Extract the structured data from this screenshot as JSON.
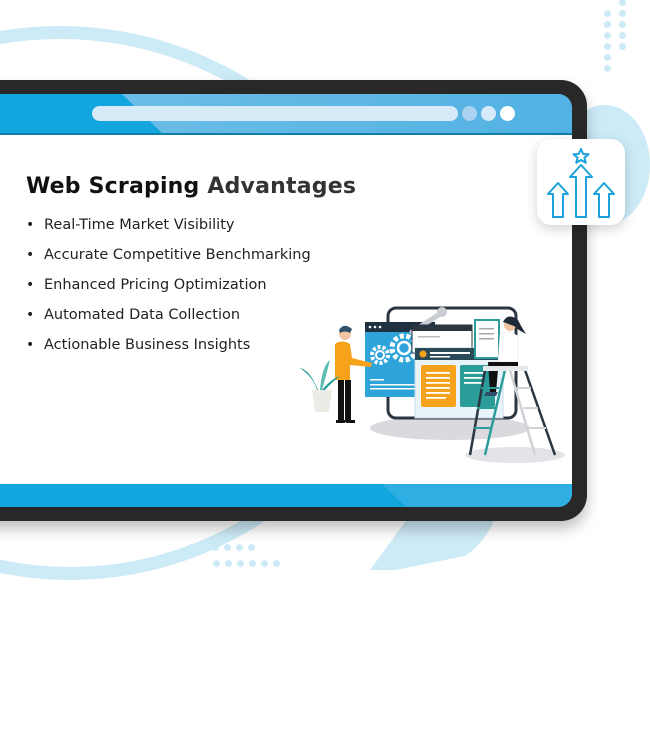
{
  "browser": {
    "url_bar": "",
    "window_dots": [
      "dot-1",
      "dot-2",
      "dot-3"
    ]
  },
  "content": {
    "title_part1": "Web Scraping",
    "title_part2": "Advantages",
    "items": [
      "Real-Time Market Visibility",
      "Accurate Competitive Benchmarking",
      "Enhanced Pricing Optimization",
      "Automated Data Collection",
      "Actionable Business Insights"
    ],
    "bullet": "•"
  },
  "badge": {
    "icon": "growth-arrows-star-icon"
  },
  "illustration": {
    "icon": "web-development-team-illustration"
  },
  "colors": {
    "brand_blue": "#13a6de",
    "frame_dark": "#282828",
    "decor_light_blue": "#cdebf7",
    "icon_blue": "#1da1dc",
    "orange": "#f7a21b",
    "teal": "#2a9d9a"
  }
}
